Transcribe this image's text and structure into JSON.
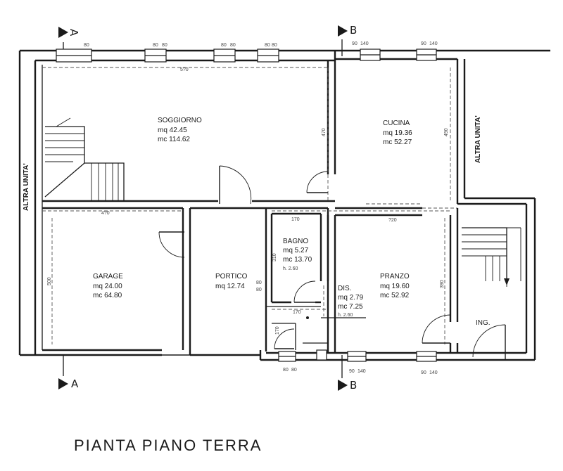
{
  "title": "PIANTA PIANO TERRA",
  "side_labels": {
    "left": "ALTRA UNITA'",
    "right": "ALTRA UNITA'"
  },
  "section_marks": {
    "a": "A",
    "b": "B"
  },
  "rooms": [
    {
      "id": "soggiorno",
      "name": "SOGGIORNO",
      "mq": "mq  42.45",
      "mc": "mc  114.62"
    },
    {
      "id": "cucina",
      "name": "CUCINA",
      "mq": "mq  19.36",
      "mc": "mc  52.27"
    },
    {
      "id": "garage",
      "name": "GARAGE",
      "mq": "mq  24.00",
      "mc": "mc  64.80"
    },
    {
      "id": "portico",
      "name": "PORTICO",
      "mq": "mq  12.74",
      "mc": ""
    },
    {
      "id": "bagno",
      "name": "BAGNO",
      "mq": "mq  5.27",
      "mc": "mc  13.70",
      "h": "h. 2.60"
    },
    {
      "id": "dis",
      "name": "DIS.",
      "mq": "mq  2.79",
      "mc": "mc  7.25",
      "h": "h. 2.60"
    },
    {
      "id": "pranzo",
      "name": "PRANZO",
      "mq": "mq  19.60",
      "mc": "mc  52.92"
    },
    {
      "id": "ing",
      "name": "ING.",
      "mq": "",
      "mc": ""
    }
  ],
  "dimensions": {
    "soggiorno_w": "5?0",
    "soggiorno_h": "470",
    "cucina_h": "490",
    "garage_w": "4?0",
    "garage_h": "500",
    "bagno_w": "170",
    "bagno_h": "310",
    "pranzo_w": "?20",
    "pranzo_h": "390",
    "dis_w": "170",
    "dis_h": "170",
    "win_80": "80",
    "win_90": "90",
    "win_140": "140"
  }
}
